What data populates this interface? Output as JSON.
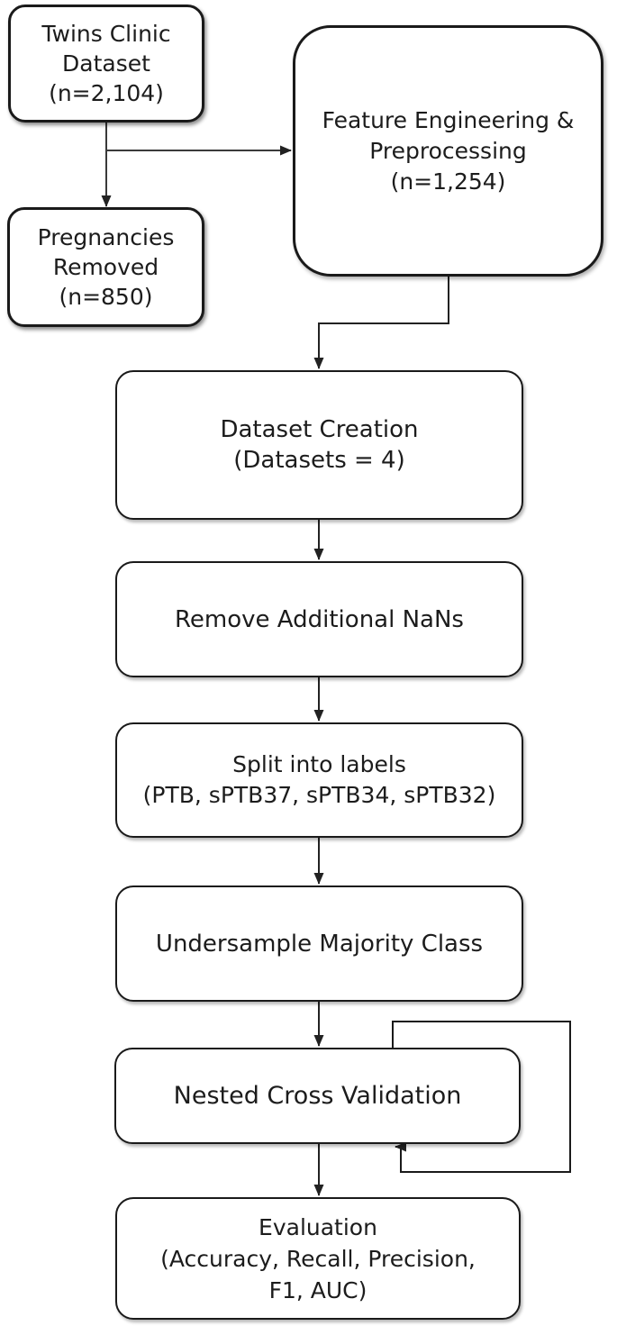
{
  "diagram": {
    "type": "flowchart",
    "colors": {
      "background": "#ffffff",
      "box_fill": "#ffffff",
      "box_border": "#1a1a1a",
      "connector": "#333333",
      "text": "#1c1c1c"
    },
    "nodes": {
      "twins_clinic": {
        "lines": [
          "Twins Clinic",
          "Dataset",
          "(n=2,104)"
        ]
      },
      "feature_engineering": {
        "lines": [
          "Feature Engineering &",
          "Preprocessing",
          "(n=1,254)"
        ]
      },
      "pregnancies_removed": {
        "lines": [
          "Pregnancies",
          "Removed",
          "(n=850)"
        ]
      },
      "dataset_creation": {
        "lines": [
          "Dataset Creation",
          "(Datasets = 4)"
        ]
      },
      "remove_nans": {
        "lines": [
          "Remove Additional NaNs"
        ]
      },
      "split_labels": {
        "lines": [
          "Split into labels",
          "(PTB, sPTB37, sPTB34, sPTB32)"
        ]
      },
      "undersample": {
        "lines": [
          "Undersample Majority Class"
        ]
      },
      "nested_cv": {
        "lines": [
          "Nested Cross Validation"
        ]
      },
      "evaluation": {
        "lines": [
          "Evaluation",
          "(Accuracy, Recall, Precision,",
          "F1, AUC)"
        ]
      }
    },
    "edges": [
      {
        "from": "twins_clinic",
        "to": "pregnancies_removed"
      },
      {
        "from": "twins_clinic",
        "to": "feature_engineering"
      },
      {
        "from": "feature_engineering",
        "to": "dataset_creation"
      },
      {
        "from": "dataset_creation",
        "to": "remove_nans"
      },
      {
        "from": "remove_nans",
        "to": "split_labels"
      },
      {
        "from": "split_labels",
        "to": "undersample"
      },
      {
        "from": "undersample",
        "to": "nested_cv"
      },
      {
        "from": "nested_cv",
        "to": "nested_cv",
        "note": "iteration loop"
      },
      {
        "from": "nested_cv",
        "to": "evaluation"
      }
    ]
  }
}
